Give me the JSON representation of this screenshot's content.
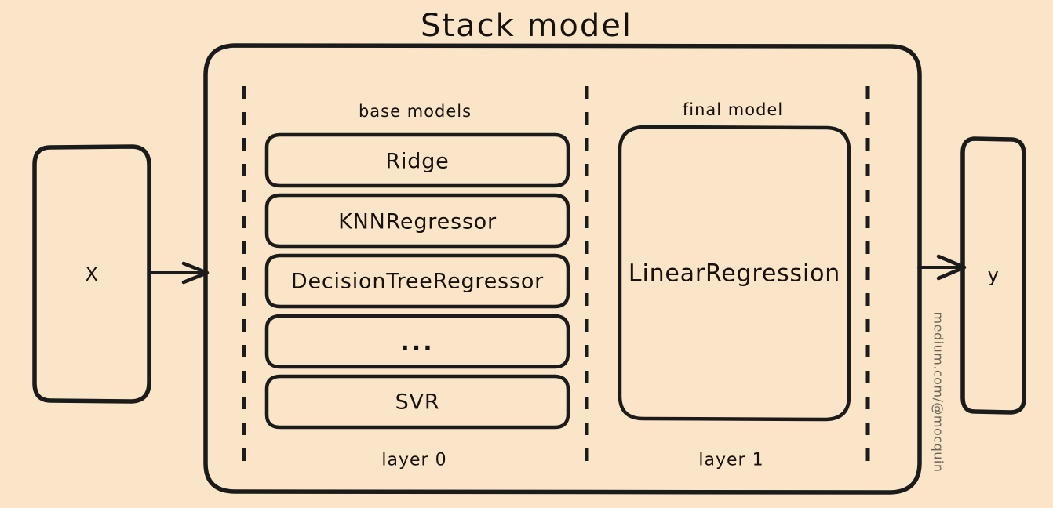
{
  "title": "Stack model",
  "colors": {
    "background": "#fbe5c8",
    "ink": "#1b1b1b",
    "text": "#17110b",
    "watermark": "#6d6458"
  },
  "input": {
    "label": "X"
  },
  "output": {
    "label": "y"
  },
  "layer0": {
    "caption": "base models",
    "footer": "layer 0",
    "models": [
      {
        "label": "Ridge"
      },
      {
        "label": "KNNRegressor"
      },
      {
        "label": "DecisionTreeRegressor"
      },
      {
        "label": "..."
      },
      {
        "label": "SVR"
      }
    ]
  },
  "layer1": {
    "caption": "final model",
    "footer": "layer 1",
    "models": [
      {
        "label": "LinearRegression"
      }
    ]
  },
  "watermark": "medium.com/@mocquin",
  "arrows": [
    {
      "name": "input-arrow",
      "from": "X",
      "to": "stack-model"
    },
    {
      "name": "output-arrow",
      "from": "stack-model",
      "to": "y"
    }
  ]
}
